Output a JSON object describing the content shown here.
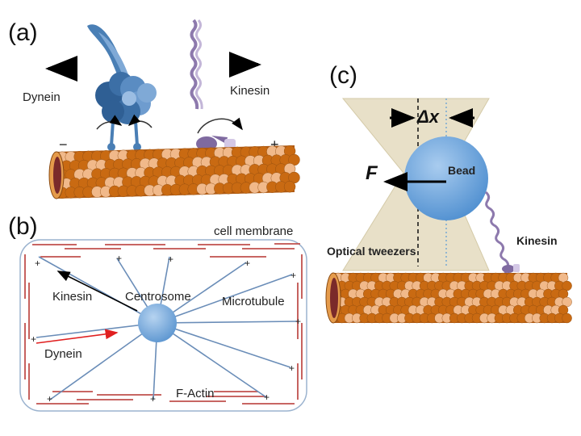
{
  "panels": {
    "a": {
      "label": "(a)",
      "dynein": "Dynein",
      "kinesin": "Kinesin",
      "minus": "−",
      "plus": "+"
    },
    "b": {
      "label": "(b)",
      "cell_membrane": "cell membrane",
      "centrosome": "Centrosome",
      "microtubule": "Microtubule",
      "kinesin": "Kinesin",
      "dynein": "Dynein",
      "f_actin": "F-Actin",
      "plus": "+"
    },
    "c": {
      "label": "(c)",
      "delta_x": "Δx",
      "force": "F",
      "bead": "Bead",
      "optical_tweezers": "Optical tweezers",
      "kinesin": "Kinesin"
    }
  },
  "colors": {
    "microtubule_dark": "#c96a12",
    "microtubule_light": "#f1b98a",
    "microtubule_lumen": "#7a2a2a",
    "dynein": "#4a7fb5",
    "kinesin": "#9a86b4",
    "actin": "#c0504d",
    "microtubule_line": "#6a8db8",
    "bead": "#5b9bd5",
    "tweezers": "#e8e0c8",
    "kinesin_arrow": "#000000",
    "dynein_arrow": "#e02020"
  }
}
